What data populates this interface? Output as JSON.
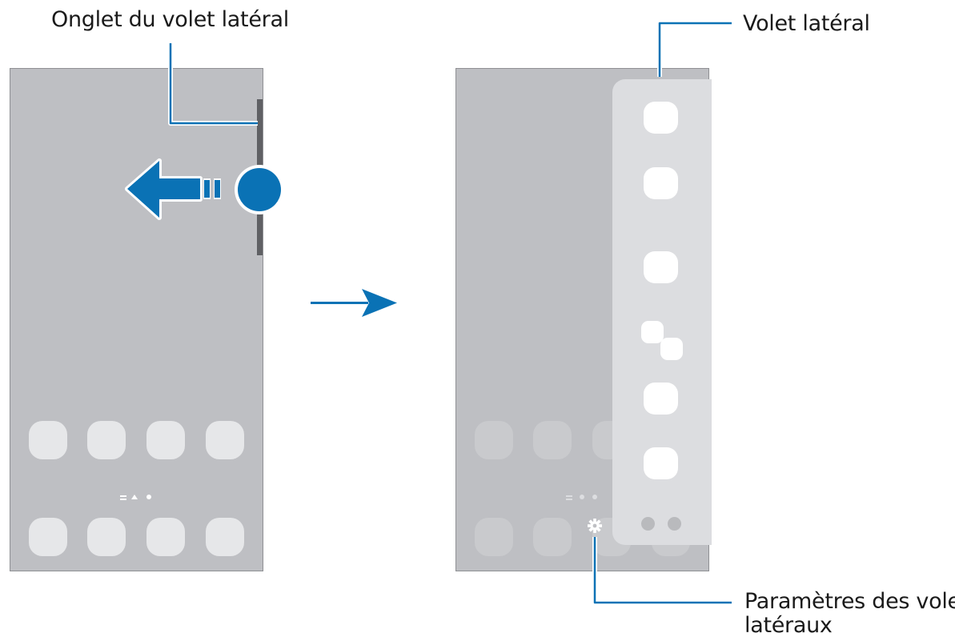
{
  "labels": {
    "edge_handle": "Onglet du volet latéral",
    "edge_panel": "Volet latéral",
    "edge_panel_settings_line1": "Paramètres des volets",
    "edge_panel_settings_line2": "latéraux"
  },
  "colors": {
    "phone_screen": "#bebfc3",
    "panel_background": "#dcdde0",
    "icon_fill": "#e6e7e9",
    "accent_blue": "#0a72b5",
    "callout_line": "#0a72b5"
  },
  "icons": {
    "gesture": "touch-point-icon",
    "swipe": "swipe-left-arrow-icon",
    "transition": "right-arrow-icon",
    "settings": "gear-icon"
  }
}
